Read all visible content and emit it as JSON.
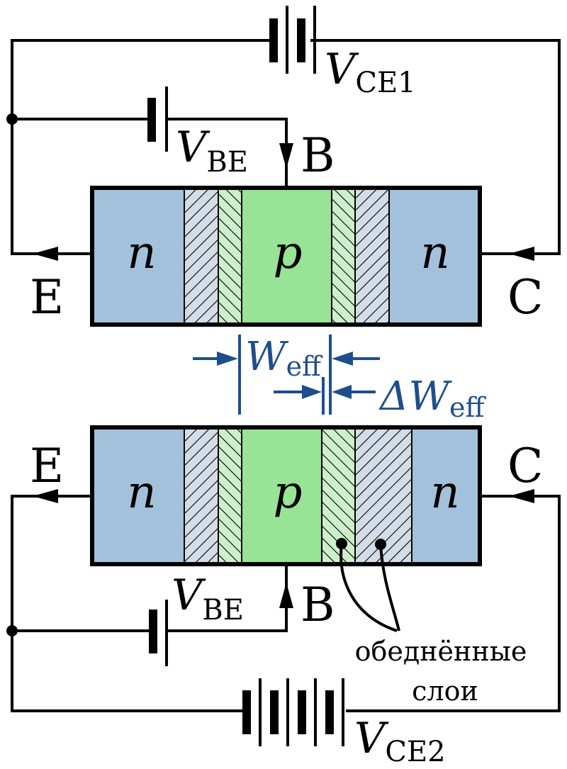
{
  "top": {
    "battery_ce_label": {
      "main": "V",
      "sub": "CE1"
    },
    "battery_be_label": {
      "main": "V",
      "sub": "BE"
    },
    "base_label": "B",
    "emitter_label": "E",
    "collector_label": "C",
    "region_left": "n",
    "region_mid": "p",
    "region_right": "n"
  },
  "width_labels": {
    "weff": {
      "main": "W",
      "sub": "eff"
    },
    "delta_weff": {
      "main": "ΔW",
      "sub": "eff"
    }
  },
  "bottom": {
    "battery_ce_label": {
      "main": "V",
      "sub": "CE2"
    },
    "battery_be_label": {
      "main": "V",
      "sub": "BE"
    },
    "base_label": "B",
    "emitter_label": "E",
    "collector_label": "C",
    "region_left": "n",
    "region_mid": "p",
    "region_right": "n",
    "depletion_caption_line1": "обеднённые",
    "depletion_caption_line2": "слои"
  },
  "colors": {
    "n_region": "#a3c1da",
    "p_region": "#98e396",
    "depletion_n": "#d3dde8",
    "depletion_p": "#cdefcb",
    "annotation": "#1f4e8c",
    "wire": "#000000"
  }
}
